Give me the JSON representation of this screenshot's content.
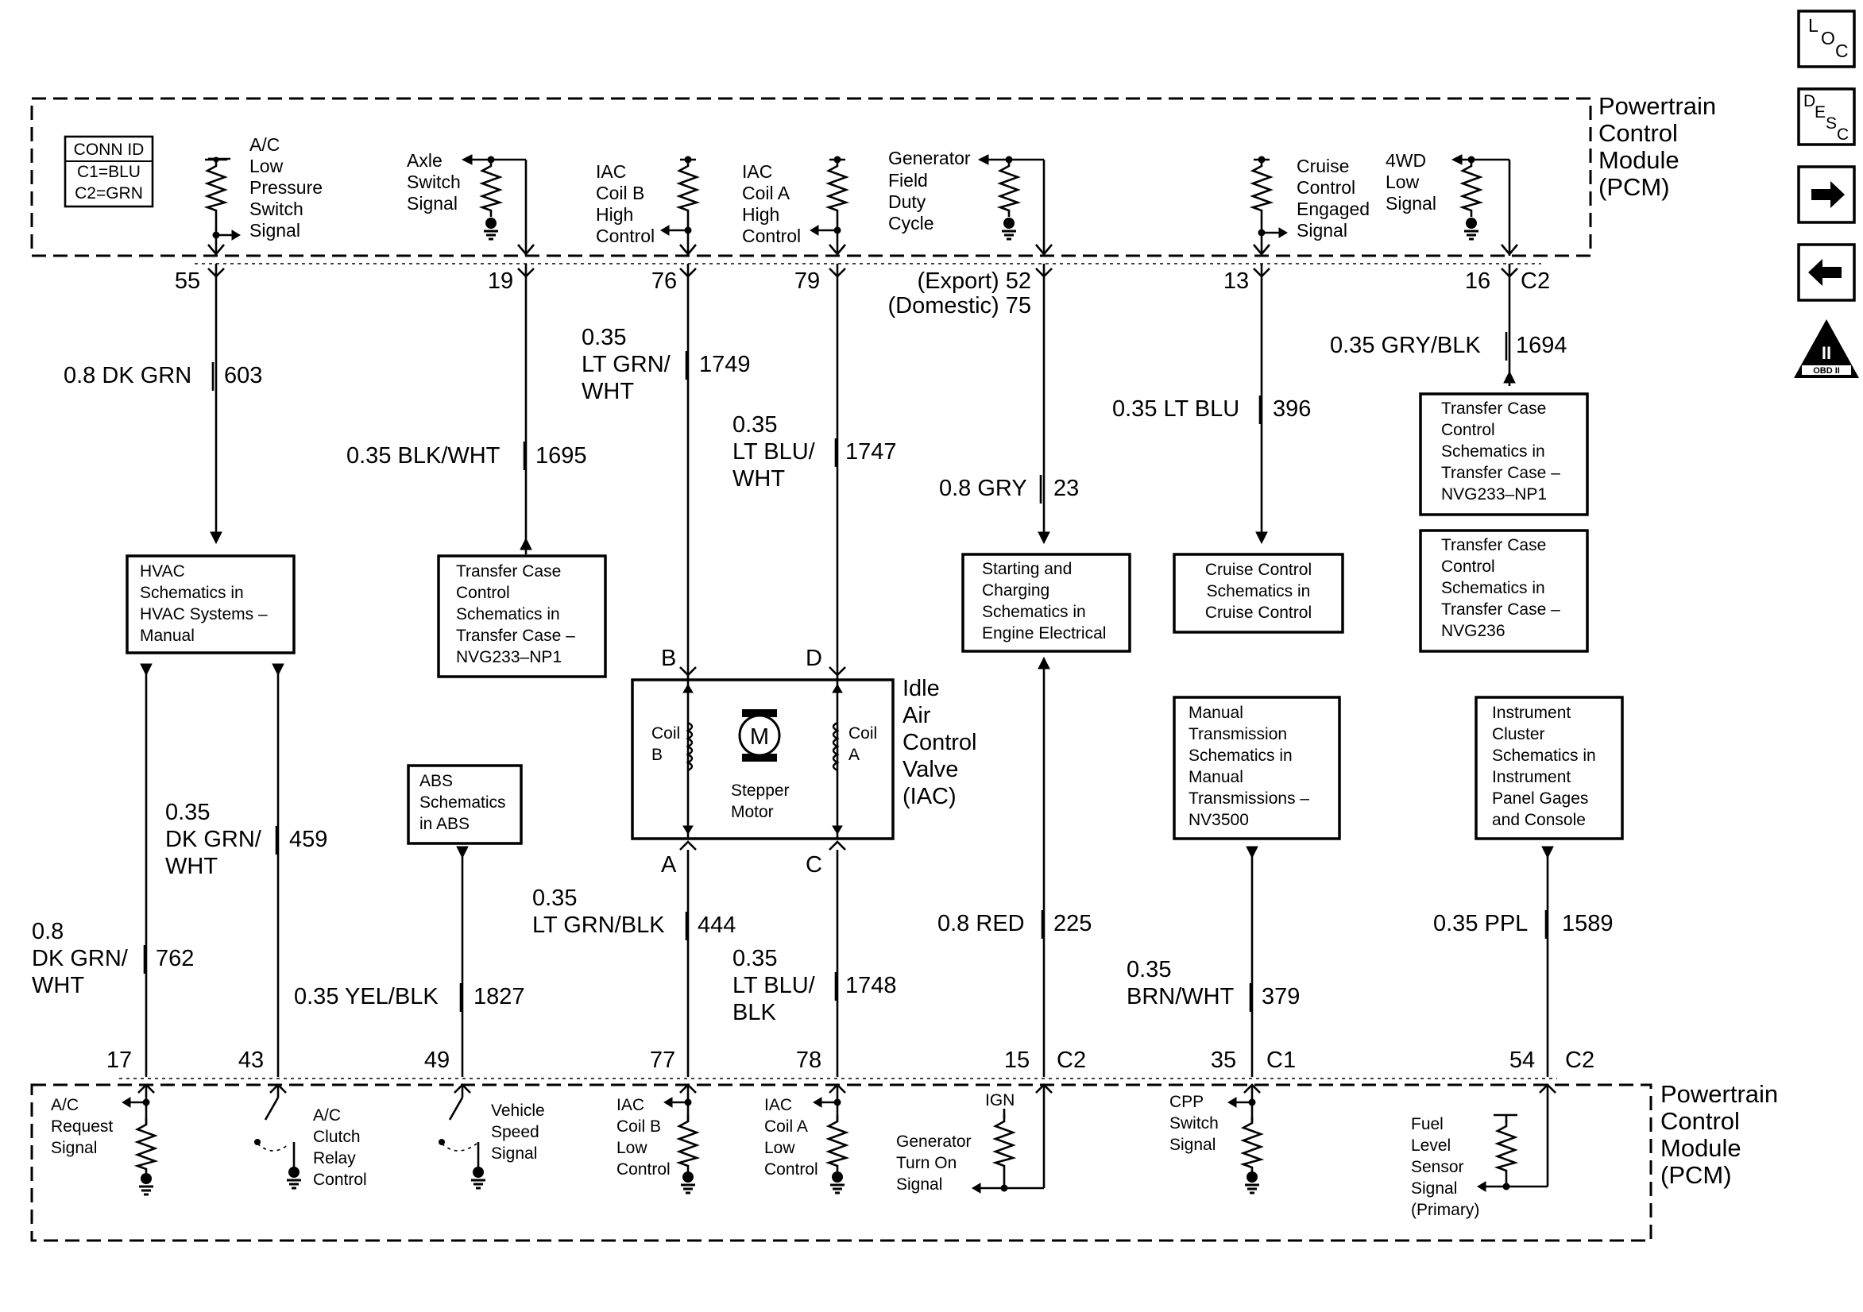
{
  "pcm_label_top": [
    "Powertrain",
    "Control",
    "Module",
    "(PCM)"
  ],
  "pcm_label_bottom": [
    "Powertrain",
    "Control",
    "Module",
    "(PCM)"
  ],
  "conn_id": [
    "CONN ID",
    "C1=BLU",
    "C2=GRN"
  ],
  "nav": {
    "loc": [
      "L",
      "O",
      "C"
    ],
    "desc": [
      "D",
      "E",
      "S",
      "C"
    ],
    "obd": [
      "II",
      "OBD II"
    ]
  },
  "top_pcm_labels": [
    {
      "lines": [
        "A/C",
        "Low",
        "Pressure",
        "Switch",
        "Signal"
      ]
    },
    {
      "lines": [
        "Axle",
        "Switch",
        "Signal"
      ]
    },
    {
      "lines": [
        "IAC",
        "Coil B",
        "High",
        "Control"
      ]
    },
    {
      "lines": [
        "IAC",
        "Coil A",
        "High",
        "Control"
      ]
    },
    {
      "lines": [
        "Generator",
        "Field",
        "Duty",
        "Cycle"
      ]
    },
    {
      "lines": [
        "Cruise",
        "Control",
        "Engaged",
        "Signal"
      ]
    },
    {
      "lines": [
        "4WD",
        "Low",
        "Signal"
      ]
    }
  ],
  "top_pins": [
    "55",
    "19",
    "76",
    "79",
    "(Export) 52",
    "(Domestic) 75",
    "13",
    "16",
    "C2"
  ],
  "top_wires": [
    {
      "gauge": [
        "0.8 DK GRN"
      ],
      "circuit": "603"
    },
    {
      "gauge": [
        "0.35 BLK/WHT"
      ],
      "circuit": "1695"
    },
    {
      "gauge": [
        "0.35",
        "LT GRN/",
        "WHT"
      ],
      "circuit": "1749"
    },
    {
      "gauge": [
        "0.35",
        "LT BLU/",
        "WHT"
      ],
      "circuit": "1747"
    },
    {
      "gauge": [
        "0.8 GRY"
      ],
      "circuit": "23"
    },
    {
      "gauge": [
        "0.35 LT BLU"
      ],
      "circuit": "396"
    },
    {
      "gauge": [
        "0.35 GRY/BLK"
      ],
      "circuit": "1694"
    }
  ],
  "ref_boxes": {
    "hvac": [
      "HVAC",
      "Schematics in",
      "HVAC Systems –",
      "Manual"
    ],
    "transfer_np1_left": [
      "Transfer Case",
      "Control",
      "Schematics in",
      "Transfer Case –",
      "NVG233–NP1"
    ],
    "starting": [
      "Starting and",
      "Charging",
      "Schematics in",
      "Engine Electrical"
    ],
    "cruise": [
      "Cruise Control",
      "Schematics in",
      "Cruise Control"
    ],
    "transfer_np1_right": [
      "Transfer Case",
      "Control",
      "Schematics in",
      "Transfer Case –",
      "NVG233–NP1"
    ],
    "transfer_236": [
      "Transfer Case",
      "Control",
      "Schematics in",
      "Transfer Case –",
      "NVG236"
    ],
    "abs": [
      "ABS",
      "Schematics",
      "in ABS"
    ],
    "manual_trans": [
      "Manual",
      "Transmission",
      "Schematics in",
      "Manual",
      "Transmissions –",
      "NV3500"
    ],
    "instrument": [
      "Instrument",
      "Cluster",
      "Schematics in",
      "Instrument",
      "Panel Gages",
      "and Console"
    ]
  },
  "iac": {
    "title": [
      "Idle",
      "Air",
      "Control",
      "Valve",
      "(IAC)"
    ],
    "coil_b": [
      "Coil",
      "B"
    ],
    "coil_a": [
      "Coil",
      "A"
    ],
    "motor_symbol": "M",
    "motor_label": [
      "Stepper",
      "Motor"
    ],
    "pins": [
      "B",
      "D",
      "A",
      "C"
    ]
  },
  "bottom_wires": [
    {
      "gauge": [
        "0.8",
        "DK GRN/",
        "WHT"
      ],
      "circuit": "762"
    },
    {
      "gauge": [
        "0.35",
        "DK GRN/",
        "WHT"
      ],
      "circuit": "459"
    },
    {
      "gauge": [
        "0.35 YEL/BLK"
      ],
      "circuit": "1827"
    },
    {
      "gauge": [
        "0.35",
        "LT GRN/BLK"
      ],
      "circuit": "444"
    },
    {
      "gauge": [
        "0.35",
        "LT BLU/",
        "BLK"
      ],
      "circuit": "1748"
    },
    {
      "gauge": [
        "0.8 RED"
      ],
      "circuit": "225"
    },
    {
      "gauge": [
        "0.35",
        "BRN/WHT"
      ],
      "circuit": "379"
    },
    {
      "gauge": [
        "0.35 PPL"
      ],
      "circuit": "1589"
    }
  ],
  "bottom_pins": [
    "17",
    "43",
    "49",
    "77",
    "78",
    "15",
    "C2",
    "35",
    "C1",
    "54",
    "C2"
  ],
  "bottom_pcm_labels": [
    {
      "lines": [
        "A/C",
        "Request",
        "Signal"
      ]
    },
    {
      "lines": [
        "A/C",
        "Clutch",
        "Relay",
        "Control"
      ]
    },
    {
      "lines": [
        "Vehicle",
        "Speed",
        "Signal"
      ]
    },
    {
      "lines": [
        "IAC",
        "Coil B",
        "Low",
        "Control"
      ]
    },
    {
      "lines": [
        "IAC",
        "Coil A",
        "Low",
        "Control"
      ]
    },
    {
      "lines": [
        "Generator",
        "Turn On",
        "Signal"
      ]
    },
    {
      "lines": [
        "IGN"
      ]
    },
    {
      "lines": [
        "CPP",
        "Switch",
        "Signal"
      ]
    },
    {
      "lines": [
        "Fuel",
        "Level",
        "Sensor",
        "Signal",
        "(Primary)"
      ]
    }
  ]
}
